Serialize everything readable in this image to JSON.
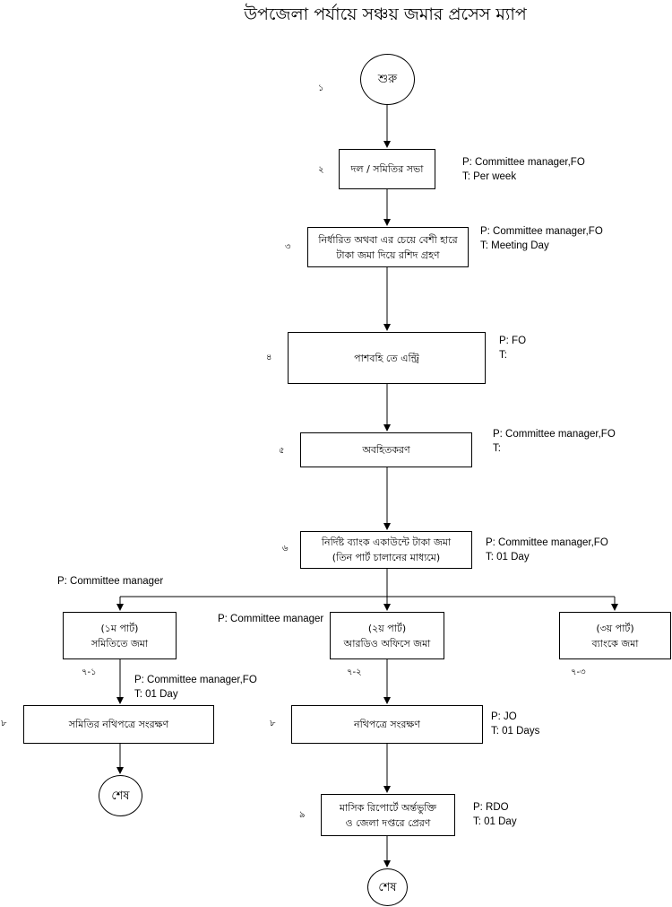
{
  "title": "উপজেলা পর্যায়ে সঞ্চয় জমার প্রসেস ম্যাপ",
  "nodes": {
    "start": "শুরু",
    "meeting": "দল / সমিতির সভা",
    "deposit_l1": "নির্ধারিত অথবা এর চেয়ে বেশী হারে",
    "deposit_l2": "টাকা জমা দিয়ে রশিদ গ্রহণ",
    "passbook": "পাশবহি তে এন্ট্রি",
    "inform": "অবহিতকরণ",
    "bank_l1": "নির্দিষ্ট ব্যাংক একাউন্টে টাকা জমা",
    "bank_l2": "(তিন পার্ট চালানের মাধ্যমে)",
    "part1_l1": "(১ম পার্ট)",
    "part1_l2": "সমিতিতে জমা",
    "part2_l1": "(২য় পার্ট)",
    "part2_l2": "আরডিও অফিসে জমা",
    "part3_l1": "(৩য় পার্ট)",
    "part3_l2": "ব্যাংকে জমা",
    "samiti_file": "সমিতির নথিপত্রে সংরক্ষণ",
    "file_keep": "নথিপত্রে সংরক্ষণ",
    "report_l1": "মাসিক রিপোর্টে অর্ন্তভুক্তি",
    "report_l2": "ও জেলা দপ্তরে প্রেরণ",
    "end1": "শেষ",
    "end2": "শেষ"
  },
  "steps": {
    "s1": "১",
    "s2": "২",
    "s3": "৩",
    "s4": "৪",
    "s5": "৫",
    "s6": "৬",
    "s71": "৭-১",
    "s72": "৭-২",
    "s73": "৭-৩",
    "s8a": "৮",
    "s8b": "৮",
    "s9": "৯"
  },
  "notes": {
    "n2_p": "P:  Committee manager,FO",
    "n2_t": "T:  Per week",
    "n3_p": "P:  Committee manager,FO",
    "n3_t": "T:  Meeting Day",
    "n4_p": "P:  FO",
    "n4_t": "T:",
    "n5_p": "P:  Committee manager,FO",
    "n5_t": "T:",
    "n6_p": "P:  Committee manager,FO",
    "n6_t": "T:  01 Day",
    "branch_left": "P:  Committee manager",
    "branch_mid": "P:  Committee manager",
    "n71_p": "P:  Committee manager,FO",
    "n71_t": "T:  01 Day",
    "n8_p": "P: JO",
    "n8_t": "T: 01 Days",
    "n9_p": "P: RDO",
    "n9_t": "T:  01 Day"
  }
}
